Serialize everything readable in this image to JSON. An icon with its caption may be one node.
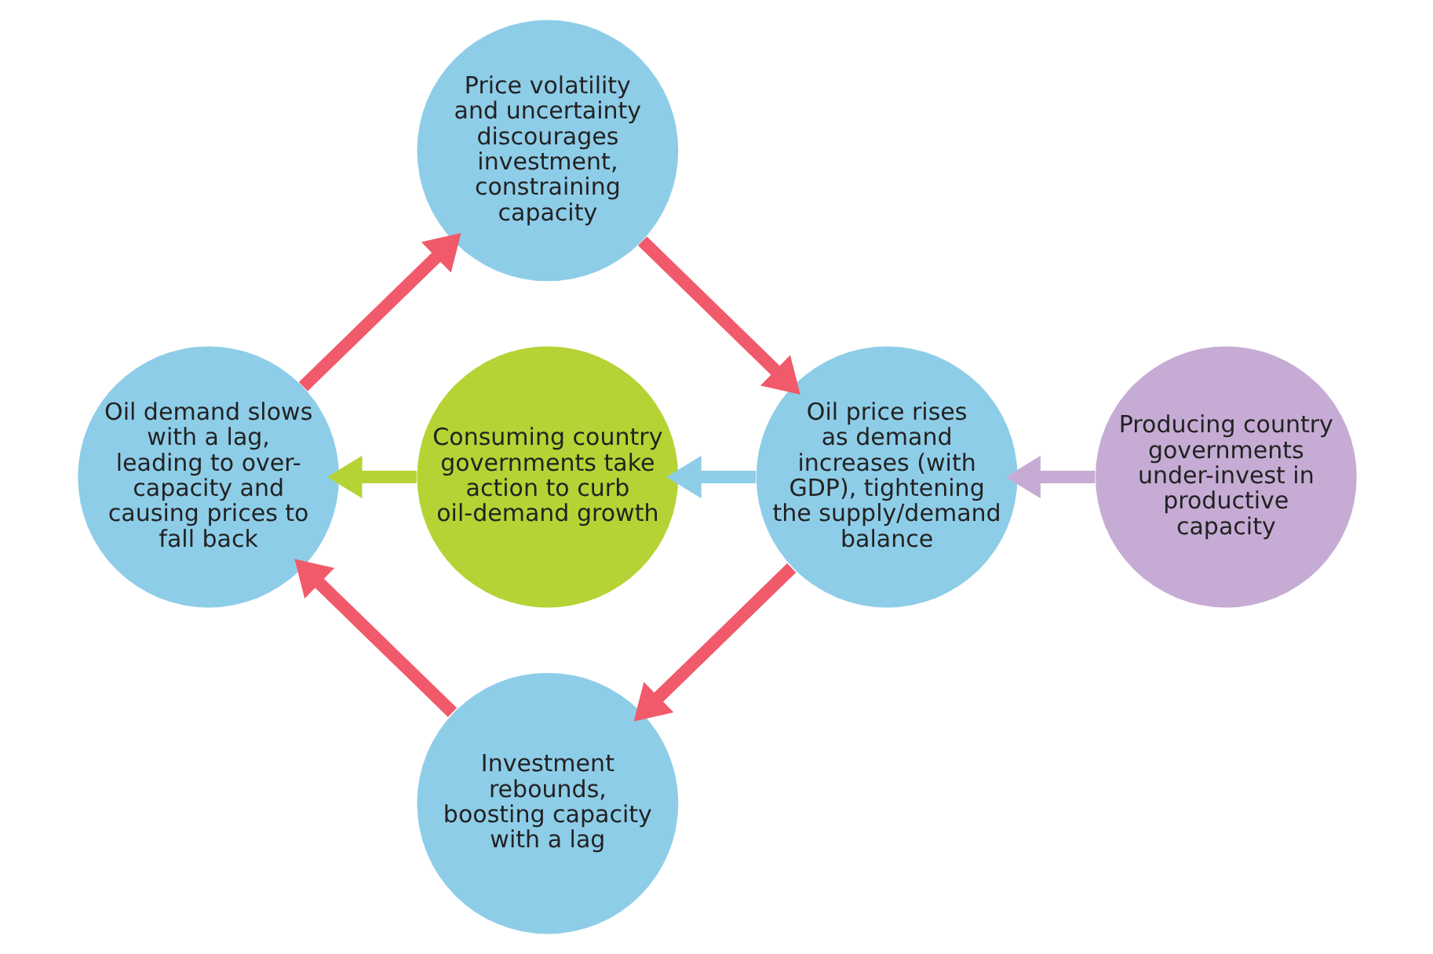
{
  "diagram": {
    "nodes": [
      {
        "text": [
          "Price volatility and uncertainty discourages investment, constraining capacity"
        ]
      },
      {
        "text": [
          "Oil demand slows with a lag, leading to over-capacity and causing prices to fall back"
        ]
      },
      {
        "text": [
          "Consuming country governments take action to curb oil-demand growth"
        ]
      },
      {
        "text": [
          "Oil price rises as demand increases (with GDP), tightening the supply/demand balance"
        ]
      },
      {
        "text": [
          "Producing country governments under-invest in productive capacity"
        ]
      },
      {
        "text": [
          "Investment rebounds, boosting capacity with a lag"
        ]
      }
    ],
    "edges": [
      {
        "from": 1,
        "to": 0,
        "arrow": "to"
      },
      {
        "from": 0,
        "to": 3,
        "arrow": "to"
      },
      {
        "from": 3,
        "to": 5,
        "arrow": "to"
      },
      {
        "from": 5,
        "to": 1,
        "arrow": "to"
      },
      {
        "from": 4,
        "to": 3,
        "arrow": "to",
        "color": "#c6acd4"
      },
      {
        "from": 3,
        "to": 2,
        "arrow": "to",
        "color": "#8ecde8"
      },
      {
        "from": 2,
        "to": 1,
        "arrow": "to",
        "color": "#b5d334"
      }
    ]
  }
}
